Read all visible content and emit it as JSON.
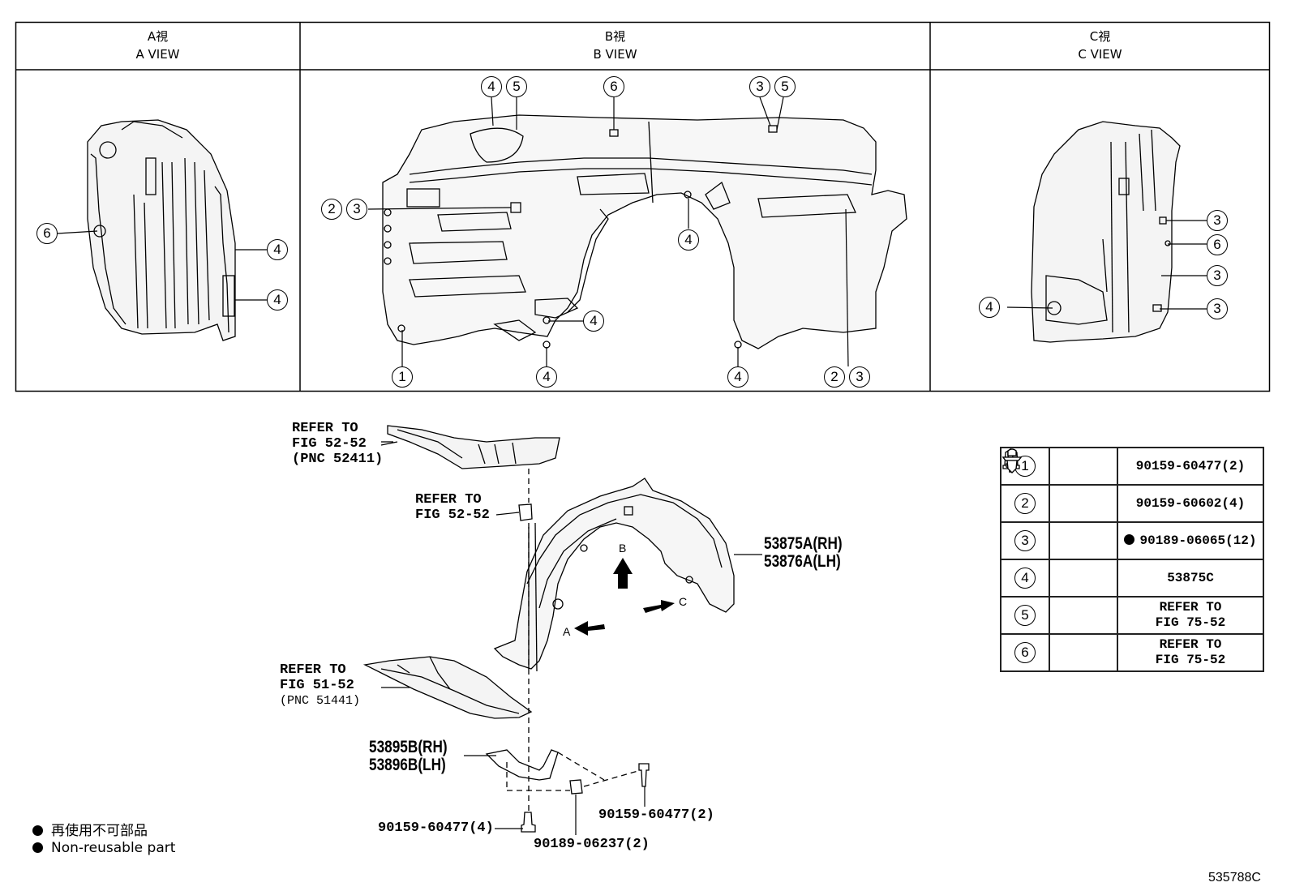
{
  "views": [
    {
      "title_jp": "A視",
      "title_en": "A VIEW"
    },
    {
      "title_jp": "B視",
      "title_en": "B VIEW"
    },
    {
      "title_jp": "C視",
      "title_en": "C VIEW"
    }
  ],
  "callouts": {
    "n1": "1",
    "n2": "2",
    "n3": "3",
    "n4": "4",
    "n5": "5",
    "n6": "6"
  },
  "refs": {
    "fig52_pnc_line1": "REFER TO",
    "fig52_pnc_line2": "FIG 52-52",
    "fig52_pnc_line3": "(PNC 52411)",
    "fig52_line1": "REFER TO",
    "fig52_line2": "FIG 52-52",
    "fig51_line1": "REFER TO",
    "fig51_line2": "FIG 51-52",
    "fig51_line3": "(PNC 51441)"
  },
  "parts": {
    "liner_rh": "53875A(RH)",
    "liner_lh": "53876A(LH)",
    "seal_rh": "53895B(RH)",
    "seal_lh": "53896B(LH)",
    "screw_a": "90159-60477(4)",
    "screw_b": "90159-60477(2)",
    "nut": "90189-06237(2)"
  },
  "arrows": {
    "a": "A",
    "b": "B",
    "c": "C"
  },
  "fastener_table": [
    {
      "no": "1",
      "part": "90159-60477(2)",
      "line2": "",
      "non_reusable": false,
      "icon": "screw-icon"
    },
    {
      "no": "2",
      "part": "90159-60602(4)",
      "line2": "",
      "non_reusable": false,
      "icon": "screw-icon"
    },
    {
      "no": "3",
      "part": "90189-06065(12)",
      "line2": "",
      "non_reusable": true,
      "icon": "clip-nut-icon"
    },
    {
      "no": "4",
      "part": "53875C",
      "line2": "",
      "non_reusable": false,
      "icon": "push-clip-icon"
    },
    {
      "no": "5",
      "part": "REFER TO",
      "line2": "FIG 75-52",
      "non_reusable": false,
      "icon": "screw-icon"
    },
    {
      "no": "6",
      "part": "REFER TO",
      "line2": "FIG 75-52",
      "non_reusable": false,
      "icon": "push-clip-icon"
    }
  ],
  "legend": {
    "jp": "再使用不可部品",
    "en": "Non-reusable part"
  },
  "figure_code": "535788C"
}
